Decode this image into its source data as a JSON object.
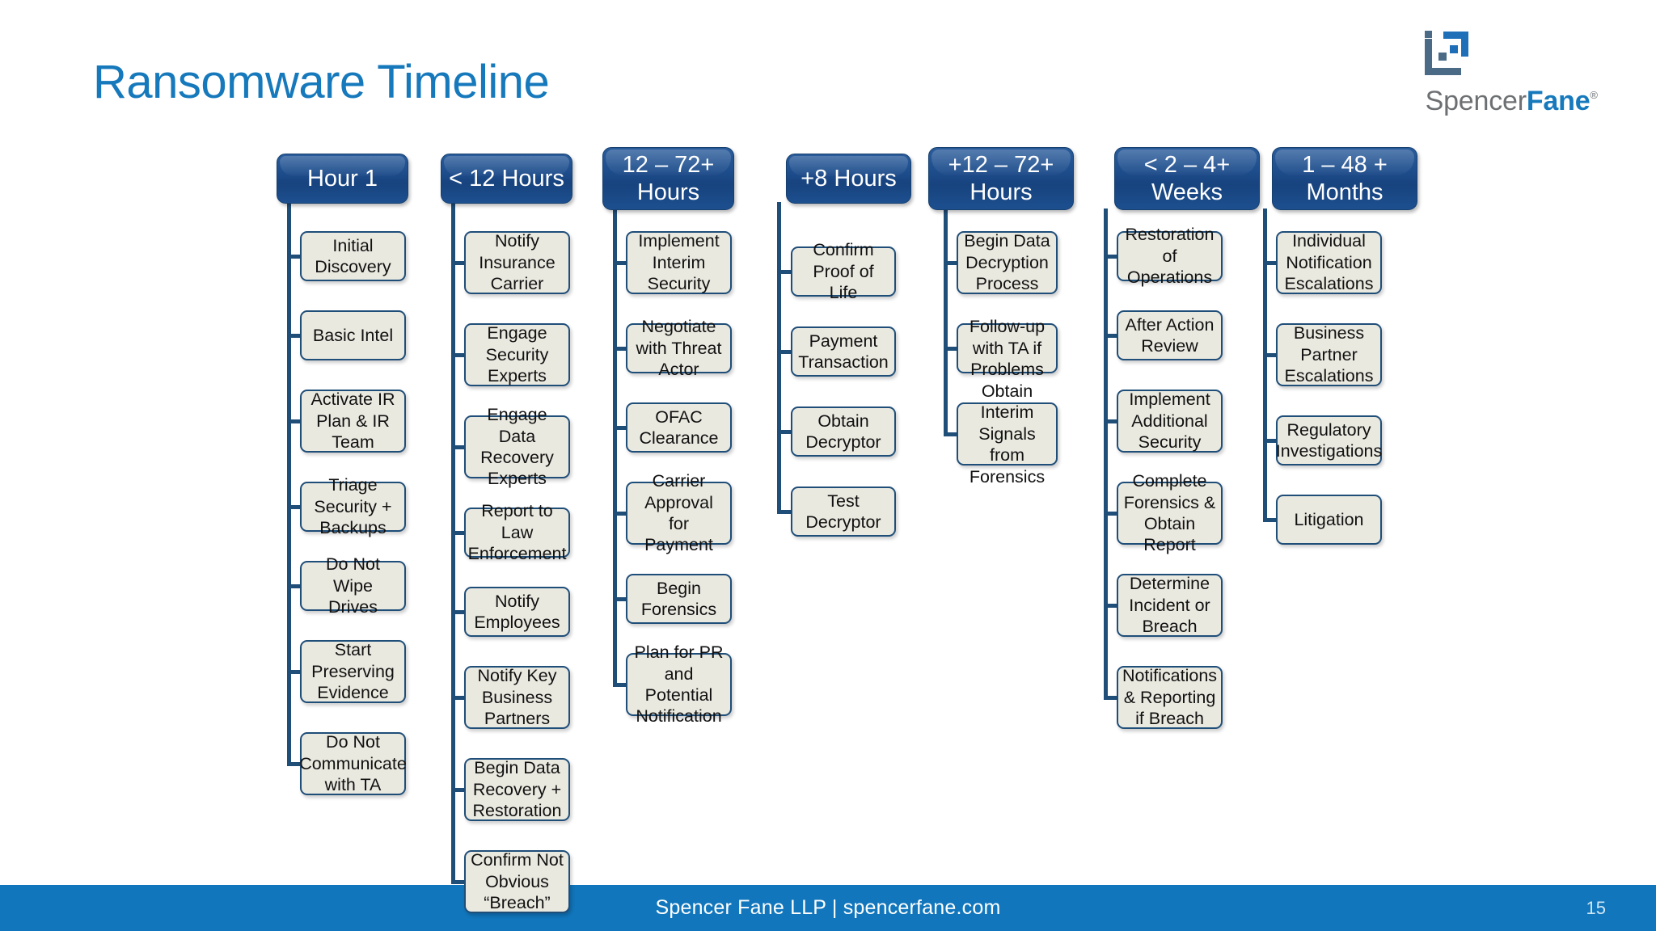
{
  "slide": {
    "title": "Ransomware Timeline",
    "page_number": "15",
    "background_color": "#ffffff",
    "title_color": "#1679bc"
  },
  "logo": {
    "mark_name": "spencer-fane-bracket-mark",
    "word_primary": "Spencer",
    "word_secondary": "Fane",
    "registered_mark": "®",
    "primary_color": "#6d7073",
    "secondary_color": "#1679bc"
  },
  "footer": {
    "text": "Spencer Fane LLP | spencerfane.com",
    "page_number": "15",
    "bar_color": "#1176bc",
    "text_color": "#ffffff"
  },
  "chart_data": {
    "type": "diagram",
    "title": "Ransomware Timeline",
    "subtype": "phase-timeline-columns",
    "header_color": "#1e4d8c",
    "node_fill_color": "#eae9e0",
    "node_border_color": "#1f4e79",
    "columns": [
      {
        "header": "Hour 1",
        "items": [
          "Initial Discovery",
          "Basic Intel",
          "Activate IR Plan & IR Team",
          "Triage Security + Backups",
          "Do Not Wipe Drives",
          "Start Preserving Evidence",
          "Do Not Communicate with TA"
        ]
      },
      {
        "header": "< 12 Hours",
        "items": [
          "Notify Insurance Carrier",
          "Engage Security Experts",
          "Engage Data Recovery Experts",
          "Report to Law Enforcement",
          "Notify Employees",
          "Notify Key Business Partners",
          "Begin Data Recovery + Restoration",
          "Confirm Not Obvious “Breach”"
        ]
      },
      {
        "header": "12 – 72+ Hours",
        "items": [
          "Implement Interim Security",
          "Negotiate with Threat Actor",
          "OFAC Clearance",
          "Carrier Approval for Payment",
          "Begin Forensics",
          "Plan for PR and Potential Notification"
        ]
      },
      {
        "header": "+8 Hours",
        "items": [
          "Confirm Proof of Life",
          "Payment Transaction",
          "Obtain Decryptor",
          "Test Decryptor"
        ]
      },
      {
        "header": "+12 – 72+ Hours",
        "items": [
          "Begin Data Decryption Process",
          "Follow-up with TA if Problems",
          "Obtain Interim Signals from Forensics"
        ]
      },
      {
        "header": "< 2 – 4+ Weeks",
        "items": [
          "Restoration of Operations",
          "After Action Review",
          "Implement Additional Security",
          "Complete Forensics & Obtain Report",
          "Determine Incident or Breach",
          "Notifications & Reporting if Breach"
        ]
      },
      {
        "header": "1 – 48 + Months",
        "items": [
          "Individual Notification Escalations",
          "Business Partner Escalations",
          "Regulatory Investigations",
          "Litigation"
        ]
      }
    ]
  }
}
